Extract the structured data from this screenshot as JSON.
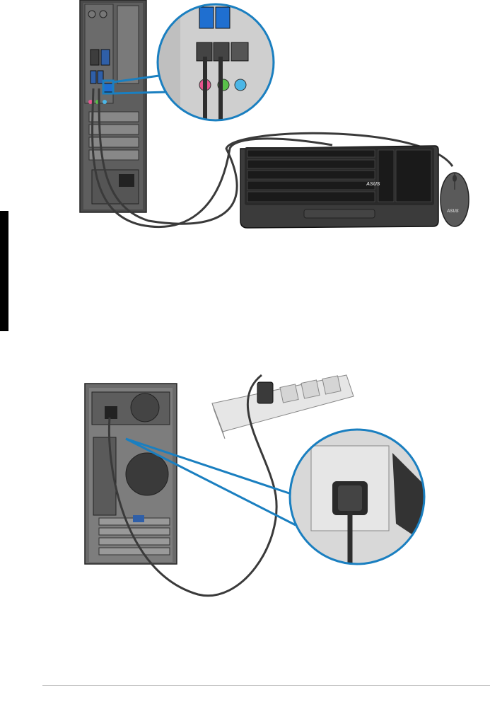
{
  "page": {
    "side_tab": "",
    "footer": ""
  },
  "figures": [
    {
      "id": "figure-1",
      "description_hidden": true,
      "keyboard_logo": "ASUS",
      "mouse_logo": "ASUS",
      "colors": {
        "callout": "#1a7fc0",
        "port_blue": "#1f6fd0",
        "pink": "#e8558f",
        "green": "#5ac14a",
        "light_blue": "#4bb6e6"
      }
    },
    {
      "id": "figure-2",
      "colors": {
        "callout": "#1a7fc0"
      }
    }
  ]
}
